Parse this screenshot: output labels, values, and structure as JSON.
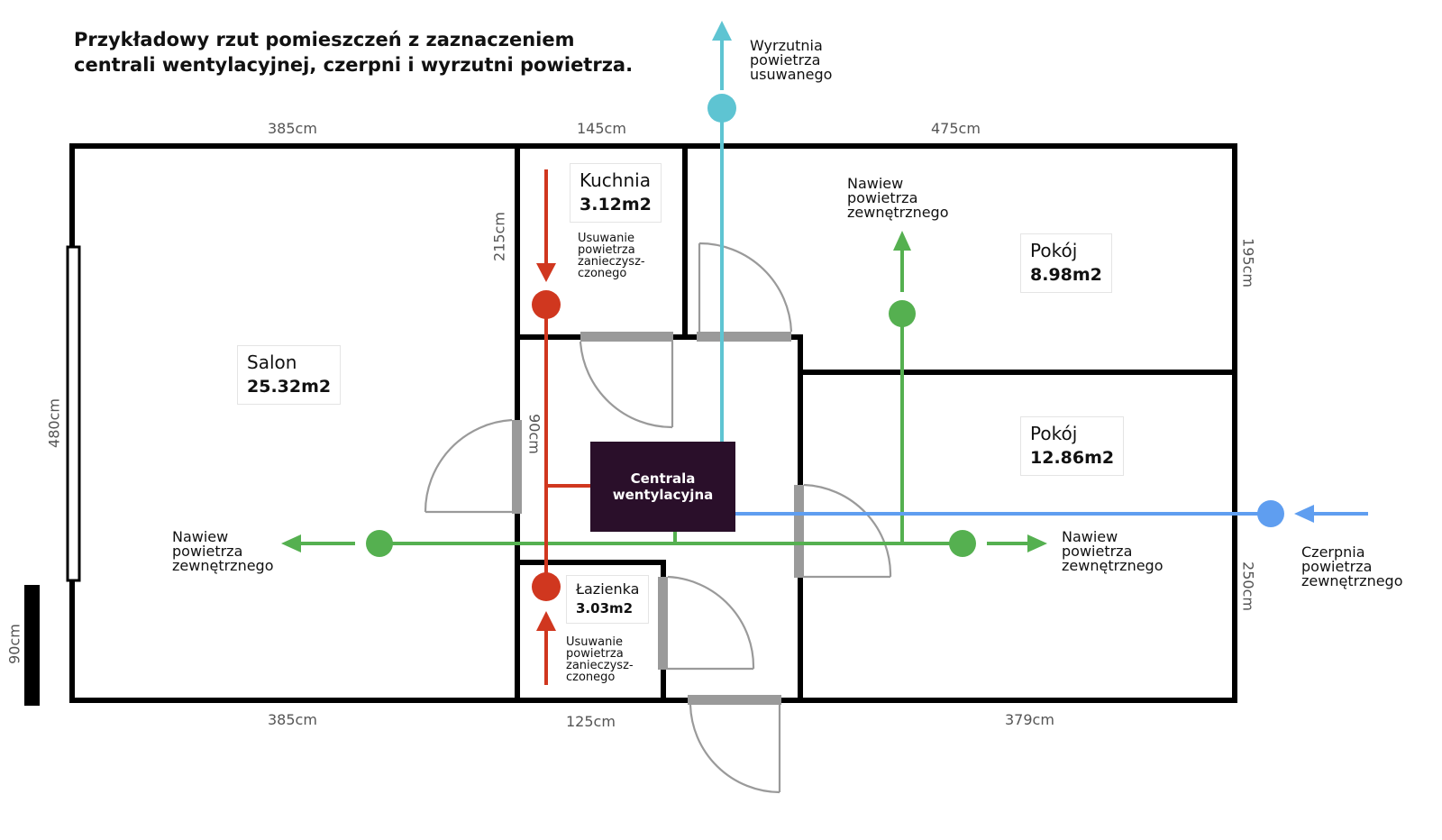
{
  "title": {
    "line1": "Przykładowy rzut pomieszczeń z zaznaczeniem",
    "line2": "centrali wentylacyjnej, czerpni i wyrzutni powietrza."
  },
  "dimensions": {
    "top_left": "385cm",
    "top_middle": "145cm",
    "top_right": "475cm",
    "bottom_left": "385cm",
    "bottom_middle": "125cm",
    "bottom_right": "379cm",
    "left_wall": "480cm",
    "left_door": "90cm",
    "kitchen_height": "215cm",
    "hall_door": "90cm",
    "right_upper": "195cm",
    "right_lower": "250cm"
  },
  "rooms": {
    "salon": {
      "name": "Salon",
      "area": "25.32m2"
    },
    "kuchnia": {
      "name": "Kuchnia",
      "area": "3.12m2"
    },
    "pokoj1": {
      "name": "Pokój",
      "area": "8.98m2"
    },
    "pokoj2": {
      "name": "Pokój",
      "area": "12.86m2"
    },
    "lazienka": {
      "name": "Łazienka",
      "area": "3.03m2"
    }
  },
  "unit": {
    "line1": "Centrala",
    "line2": "wentylacyjna"
  },
  "notes": {
    "exhaust_outlet": [
      "Wyrzutnia",
      "powietrza",
      "usuwanego"
    ],
    "supply_pokoj": [
      "Nawiew",
      "powietrza",
      "zewnętrznego"
    ],
    "supply_salon": [
      "Nawiew",
      "powietrza",
      "zewnętrznego"
    ],
    "supply_right": [
      "Nawiew",
      "powietrza",
      "zewnętrznego"
    ],
    "intake": [
      "Czerpnia",
      "powietrza",
      "zewnętrznego"
    ],
    "extract_kuchnia": [
      "Usuwanie",
      "powietrza",
      "zanieczysz-",
      "czonego"
    ],
    "extract_lazienka": [
      "Usuwanie",
      "powietrza",
      "zanieczysz-",
      "czonego"
    ]
  },
  "colors": {
    "wall": "#000000",
    "door": "#9a9a9a",
    "extract": "#d0371f",
    "exhaust": "#5ec4d2",
    "supply": "#55b050",
    "intake": "#5f9ef0",
    "unit_bg": "#2a0f2a"
  }
}
